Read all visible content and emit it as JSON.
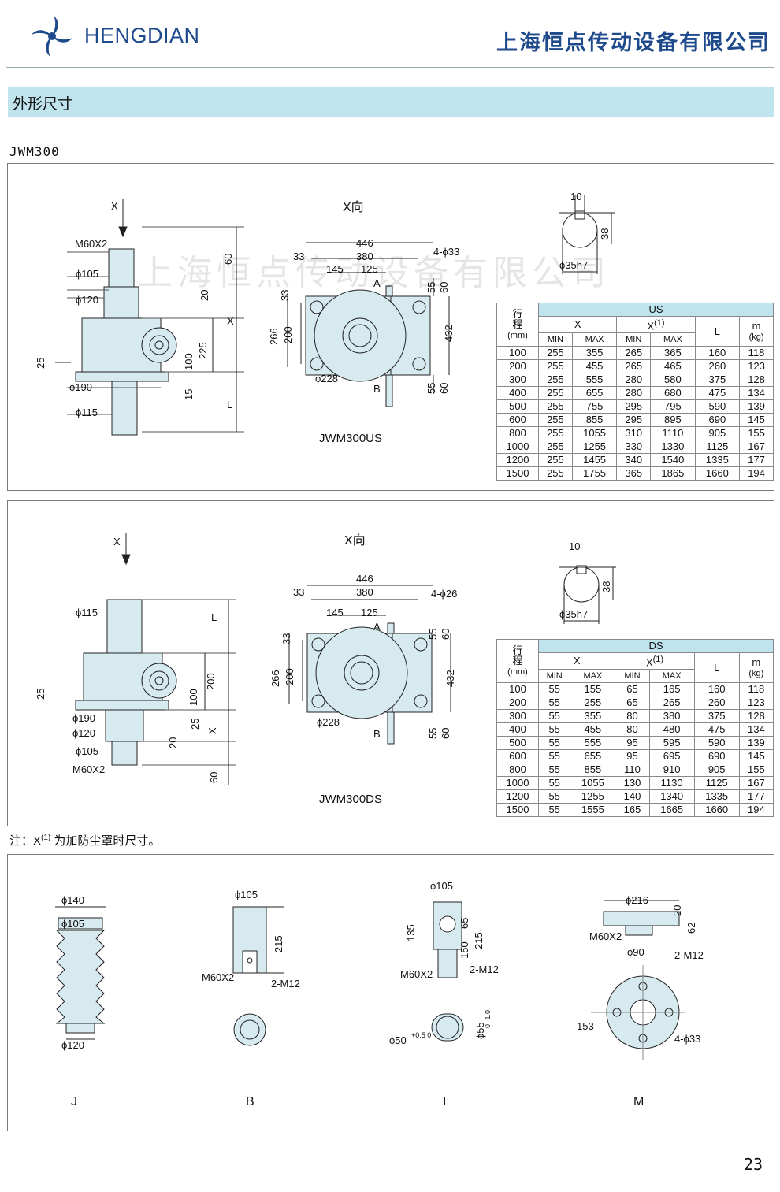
{
  "header": {
    "brand": "HENGDIAN",
    "company": "上海恒点传动设备有限公司"
  },
  "section_title": "外形尺寸",
  "model": "JWM300",
  "watermark": "上海恒点传动设备有限公司",
  "panel1": {
    "view_label": "X向",
    "x_arrow": "X",
    "caption": "JWM300US",
    "side_dims": {
      "m60": "M60X2",
      "d105": "ϕ105",
      "d120": "ϕ120",
      "d190": "ϕ190",
      "d115": "ϕ115",
      "h60": "60",
      "h20": "20",
      "hx": "X",
      "h225": "225",
      "h100": "100",
      "h25": "25",
      "h15": "15",
      "hl": "L"
    },
    "top_dims": {
      "w446": "446",
      "w380": "380",
      "w33": "33",
      "w145": "145",
      "w125": "125",
      "holes": "4-ϕ33",
      "h266": "266",
      "h200": "200",
      "h33": "33",
      "h432": "432",
      "h55a": "55",
      "h60a": "60",
      "h55b": "55",
      "h60b": "60",
      "d228": "ϕ228",
      "a": "A",
      "b": "B"
    },
    "shaft": {
      "k10": "10",
      "k38": "38",
      "d35": "ϕ35h7"
    },
    "table": {
      "col_head_stroke": [
        "行",
        "程",
        "(mm)"
      ],
      "group": "US",
      "x": "X",
      "x1": "X",
      "x1_sup": "(1)",
      "l": "L",
      "m": "m",
      "kg": "(kg)",
      "min": "MIN",
      "max": "MAX",
      "rows": [
        [
          "100",
          "255",
          "355",
          "265",
          "365",
          "160",
          "118"
        ],
        [
          "200",
          "255",
          "455",
          "265",
          "465",
          "260",
          "123"
        ],
        [
          "300",
          "255",
          "555",
          "280",
          "580",
          "375",
          "128"
        ],
        [
          "400",
          "255",
          "655",
          "280",
          "680",
          "475",
          "134"
        ],
        [
          "500",
          "255",
          "755",
          "295",
          "795",
          "590",
          "139"
        ],
        [
          "600",
          "255",
          "855",
          "295",
          "895",
          "690",
          "145"
        ],
        [
          "800",
          "255",
          "1055",
          "310",
          "1110",
          "905",
          "155"
        ],
        [
          "1000",
          "255",
          "1255",
          "330",
          "1330",
          "1125",
          "167"
        ],
        [
          "1200",
          "255",
          "1455",
          "340",
          "1540",
          "1335",
          "177"
        ],
        [
          "1500",
          "255",
          "1755",
          "365",
          "1865",
          "1660",
          "194"
        ]
      ]
    }
  },
  "panel2": {
    "view_label": "X向",
    "x_arrow": "X",
    "caption": "JWM300DS",
    "side_dims": {
      "d115": "ϕ115",
      "hl": "L",
      "h200": "200",
      "h100": "100",
      "h25a": "25",
      "h25b": "25",
      "hx": "X",
      "d190": "ϕ190",
      "d120": "ϕ120",
      "h20": "20",
      "d105": "ϕ105",
      "m60": "M60X2",
      "h60": "60"
    },
    "top_dims": {
      "w446": "446",
      "w380": "380",
      "w33": "33",
      "w145": "145",
      "w125": "125",
      "holes": "4-ϕ26",
      "h266": "266",
      "h200": "200",
      "h33": "33",
      "h432": "432",
      "h55a": "55",
      "h60a": "60",
      "h55b": "55",
      "h60b": "60",
      "d228": "ϕ228",
      "a": "A",
      "b": "B"
    },
    "shaft": {
      "k10": "10",
      "k38": "38",
      "d35": "ϕ35h7"
    },
    "table": {
      "col_head_stroke": [
        "行",
        "程",
        "(mm)"
      ],
      "group": "DS",
      "x": "X",
      "x1": "X",
      "x1_sup": "(1)",
      "l": "L",
      "m": "m",
      "kg": "(kg)",
      "min": "MIN",
      "max": "MAX",
      "rows": [
        [
          "100",
          "55",
          "155",
          "65",
          "165",
          "160",
          "118"
        ],
        [
          "200",
          "55",
          "255",
          "65",
          "265",
          "260",
          "123"
        ],
        [
          "300",
          "55",
          "355",
          "80",
          "380",
          "375",
          "128"
        ],
        [
          "400",
          "55",
          "455",
          "80",
          "480",
          "475",
          "134"
        ],
        [
          "500",
          "55",
          "555",
          "95",
          "595",
          "590",
          "139"
        ],
        [
          "600",
          "55",
          "655",
          "95",
          "695",
          "690",
          "145"
        ],
        [
          "800",
          "55",
          "855",
          "110",
          "910",
          "905",
          "155"
        ],
        [
          "1000",
          "55",
          "1055",
          "130",
          "1130",
          "1125",
          "167"
        ],
        [
          "1200",
          "55",
          "1255",
          "140",
          "1340",
          "1335",
          "177"
        ],
        [
          "1500",
          "55",
          "1555",
          "165",
          "1665",
          "1660",
          "194"
        ]
      ]
    }
  },
  "note": {
    "prefix": "注：X",
    "sup": "(1)",
    "text": "为加防尘罩时尺寸。"
  },
  "panel3": {
    "J": {
      "label": "J",
      "d140": "ϕ140",
      "d105": "ϕ105",
      "d120": "ϕ120"
    },
    "B": {
      "label": "B",
      "d105": "ϕ105",
      "h215": "215",
      "m60": "M60X2",
      "m12": "2-M12"
    },
    "I": {
      "label": "I",
      "d105": "ϕ105",
      "h135": "135",
      "h65": "65",
      "h150": "150",
      "h215": "215",
      "m60": "M60X2",
      "m12": "2-M12",
      "d50": "ϕ50",
      "d50tol": "+0.5 0",
      "d55": "ϕ55",
      "d55tol": "0 -1.0"
    },
    "M": {
      "label": "M",
      "d216": "ϕ216",
      "h20": "20",
      "h62": "62",
      "m60": "M60X2",
      "d90": "ϕ90",
      "m12": "2-M12",
      "r153": "153",
      "holes": "4-ϕ33"
    }
  },
  "page_number": "23"
}
